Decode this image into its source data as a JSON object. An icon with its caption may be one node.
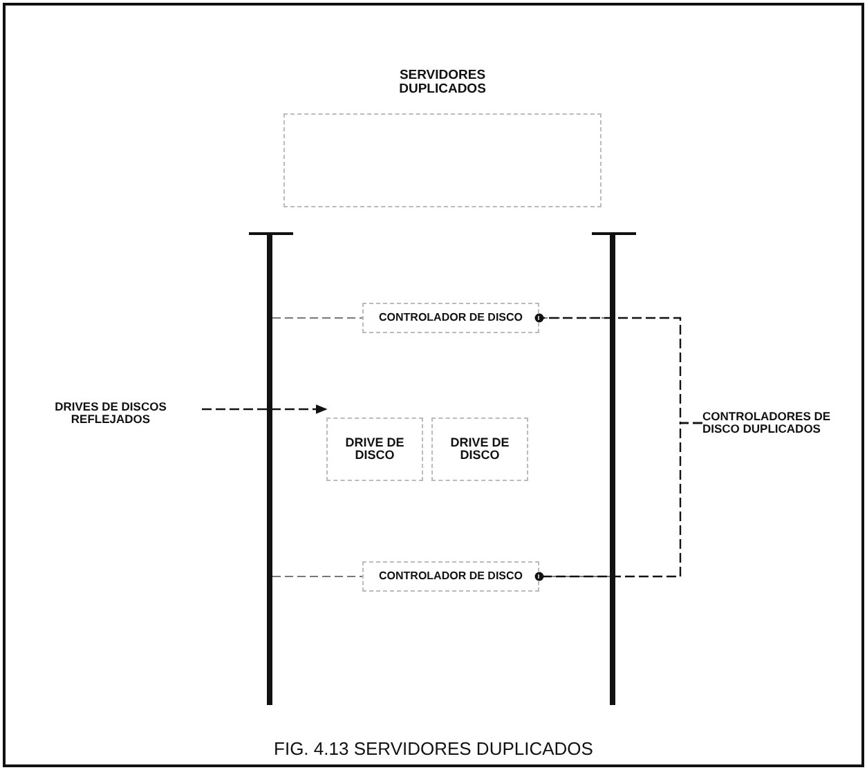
{
  "diagram": {
    "caption": "FIG. 4.13 SERVIDORES DUPLICADOS",
    "nodes": [
      {
        "text": [
          "SERVIDORES DUPLICADOS"
        ]
      },
      {
        "text": [
          "CONTROLADOR DE DISCO"
        ]
      },
      {
        "text": [
          "DRIVE DE DISCO"
        ]
      },
      {
        "text": [
          "DRIVE DE DISCO"
        ]
      },
      {
        "text": [
          "CONTROLADOR DE DISCO"
        ]
      },
      {
        "text": [
          "DRIVES DE DISCOS REFLEJADOS"
        ]
      },
      {
        "text": [
          "CONTROLADORES DE DISCO DUPLICADOS"
        ]
      }
    ],
    "edges": [
      {
        "from": 5,
        "to": 2,
        "arrow": "to",
        "style": "dashed"
      },
      {
        "from": 6,
        "to": 1,
        "arrow": "other",
        "style": "dashed"
      },
      {
        "from": 6,
        "to": 4,
        "arrow": "other",
        "style": "dashed"
      }
    ]
  }
}
